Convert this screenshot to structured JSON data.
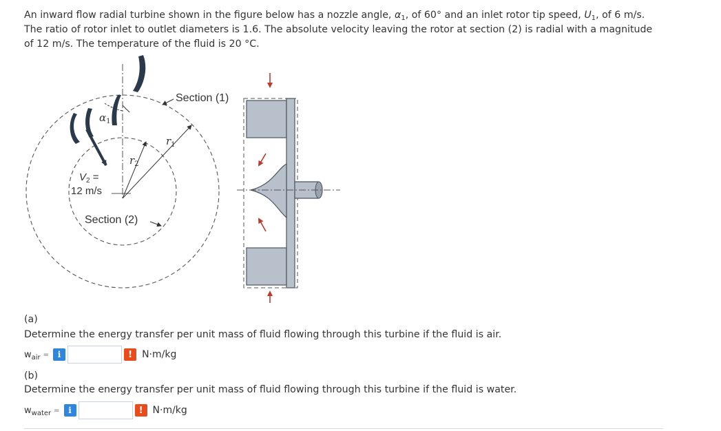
{
  "problem": {
    "p1": "An inward flow radial turbine shown in the figure below has a nozzle angle, ",
    "alpha_sym": "α",
    "alpha_sub": "1",
    "p2": ", of 60° and an inlet rotor tip speed, ",
    "u_sym": "U",
    "u_sub": "1",
    "p3": ", of 6 m/s. The ratio of rotor inlet to outlet diameters is 1.6. The absolute velocity leaving the rotor at section (2) is radial with a magnitude of 12 m/s. The temperature of the fluid is 20 °C."
  },
  "figure": {
    "section1": "Section (1)",
    "section2": "Section (2)",
    "r1_sym": "r",
    "r1_sub": "1",
    "r2_sym": "r",
    "r2_sub": "2",
    "alpha_sym": "α",
    "alpha_sub": "1",
    "v2_sym": "V",
    "v2_sub": "2",
    "v2_eq": " =",
    "v2_value": "12 m/s",
    "colors": {
      "line": "#555555",
      "part_fill": "#b8c0cc",
      "part_stroke": "#4a5560",
      "blade": "#2b3a4a"
    }
  },
  "part_a": {
    "label": "(a)",
    "question": "Determine the energy transfer per unit mass of fluid flowing through this turbine if the fluid is air.",
    "var_sym": "w",
    "var_sub": "air",
    "eq": "=",
    "input_value": "",
    "info_icon": "i",
    "warn_icon": "!",
    "units": "N·m/kg"
  },
  "part_b": {
    "label": "(b)",
    "question": "Determine the energy transfer per unit mass of fluid flowing through this turbine if the fluid is water.",
    "var_sym": "w",
    "var_sub": "water",
    "eq": "=",
    "input_value": "",
    "info_icon": "i",
    "warn_icon": "!",
    "units": "N·m/kg"
  }
}
